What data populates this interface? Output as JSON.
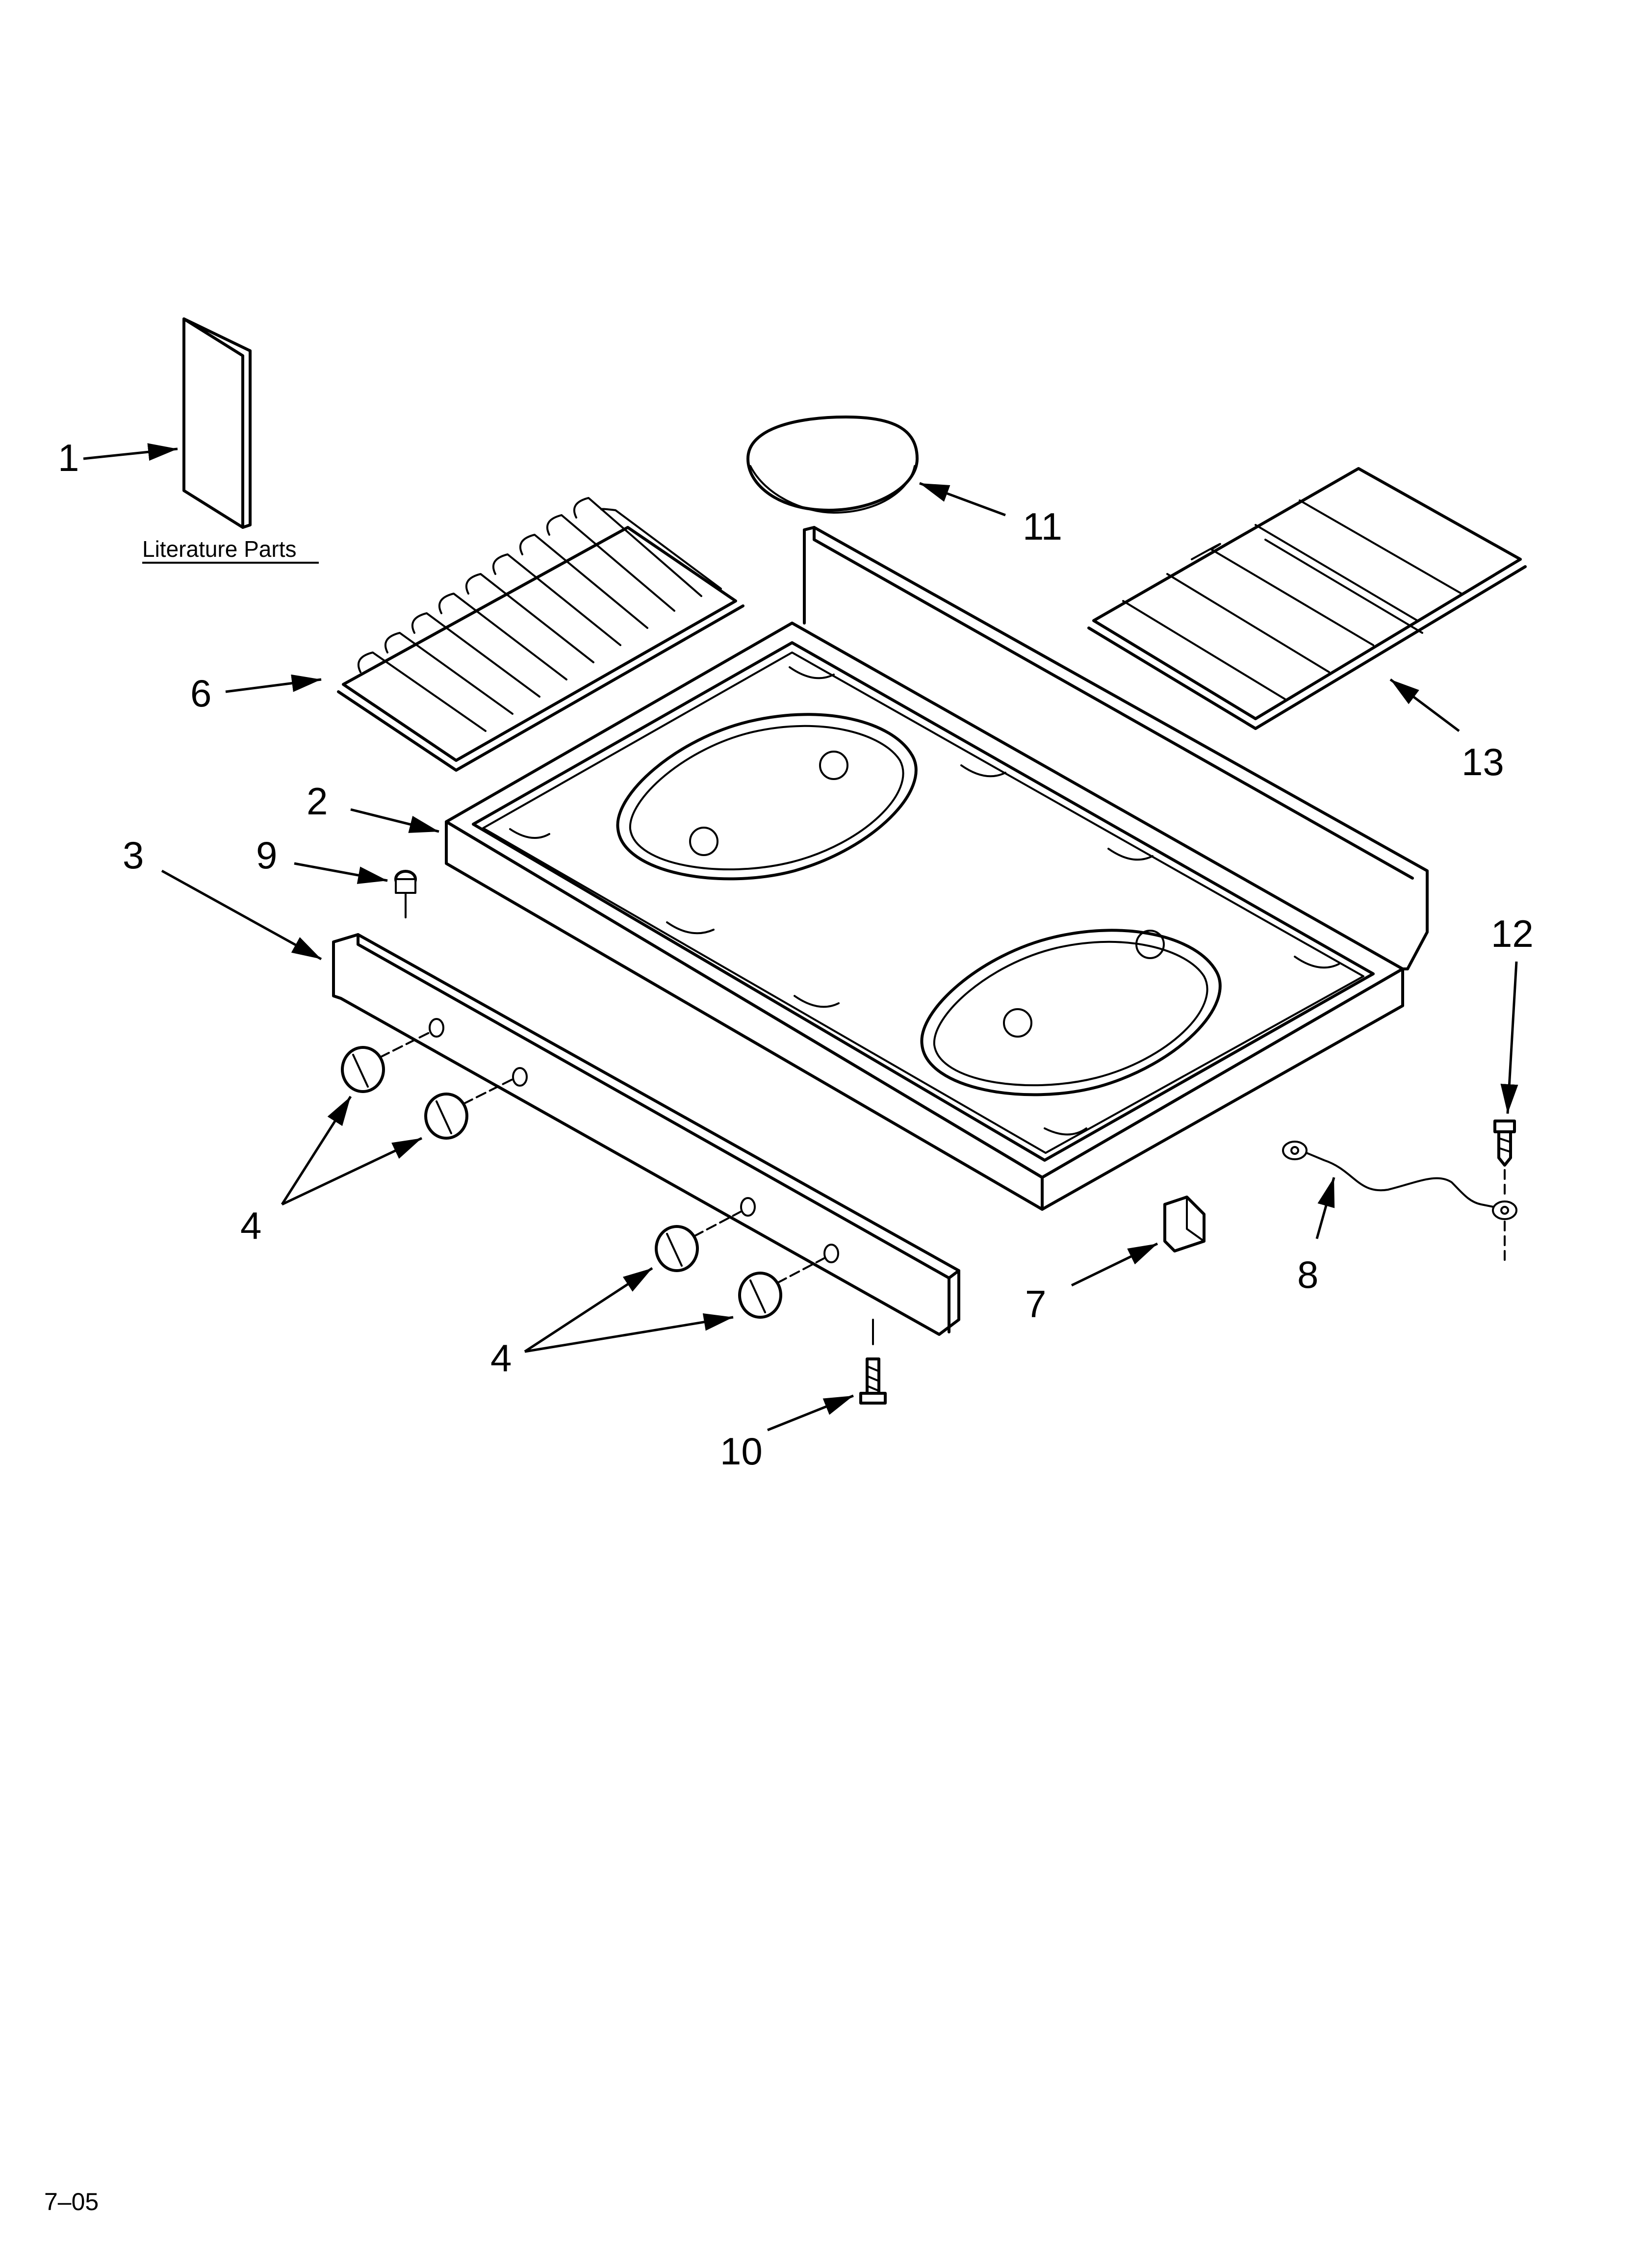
{
  "diagram": {
    "literature_label": "Literature Parts",
    "footer_code": "7–05",
    "callouts": {
      "c1": "1",
      "c2": "2",
      "c3": "3",
      "c4a": "4",
      "c4b": "4",
      "c6": "6",
      "c7": "7",
      "c8": "8",
      "c9": "9",
      "c10": "10",
      "c11": "11",
      "c12": "12",
      "c13": "13"
    }
  }
}
